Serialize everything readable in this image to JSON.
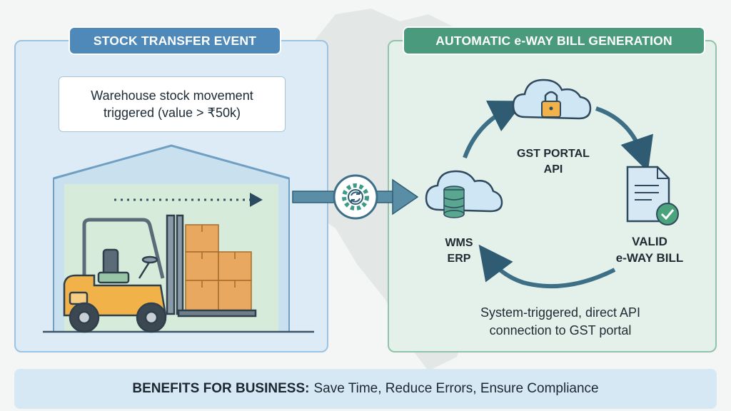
{
  "left_panel": {
    "title": "STOCK TRANSFER EVENT",
    "callout_line1": "Warehouse stock movement",
    "callout_line2": "triggered (value > ₹50k)"
  },
  "right_panel": {
    "title": "AUTOMATIC e-WAY BILL GENERATION",
    "gst_line1": "GST PORTAL",
    "gst_line2": "API",
    "wms_line1": "WMS",
    "wms_line2": "ERP",
    "valid_line1": "VALID",
    "valid_line2": "e-WAY BILL",
    "caption_line1": "System-triggered, direct API",
    "caption_line2": "connection to GST portal"
  },
  "benefits": {
    "label": "BENEFITS FOR BUSINESS:",
    "text": "Save Time, Reduce Errors, Ensure Compliance"
  },
  "colors": {
    "left_accent": "#4f89ba",
    "right_accent": "#4a9a7e",
    "arrow": "#3d7088",
    "forklift": "#f2b24a",
    "box": "#e8a860"
  },
  "icons": [
    "forklift-icon",
    "box-icon",
    "gear-sync-icon",
    "cloud-lock-icon",
    "cloud-database-icon",
    "document-check-icon",
    "cycle-arrow-icon"
  ]
}
